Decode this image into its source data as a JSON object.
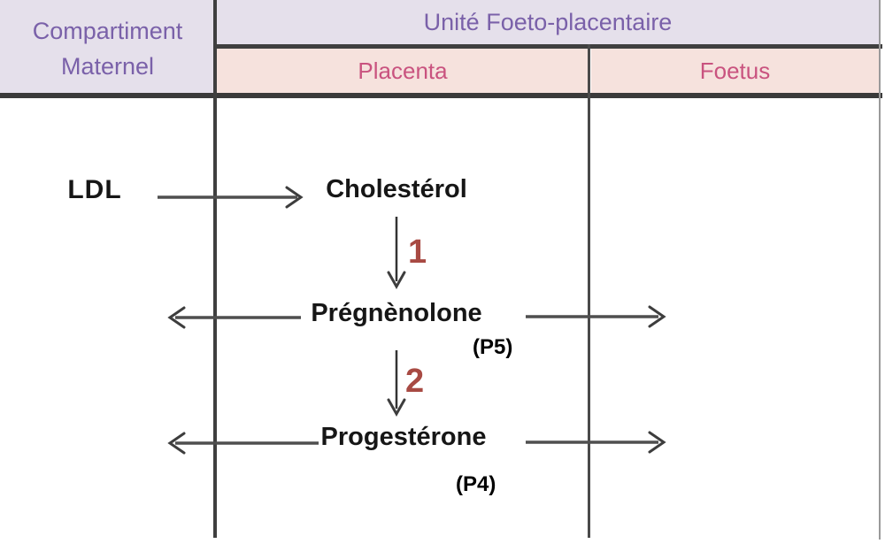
{
  "header": {
    "maternal": {
      "line1": "Compartiment",
      "line2": "Maternel"
    },
    "fetoplacental_unit": "Unité Foeto-placentaire",
    "placenta": "Placenta",
    "foetus": "Foetus"
  },
  "diagram": {
    "ldl": "LDL",
    "cholesterol": "Cholestérol",
    "step1": "1",
    "pregnenolone": "Prégnènolone",
    "p5": "(P5)",
    "step2": "2",
    "progesterone": "Progestérone",
    "p4": "(P4)"
  },
  "colors": {
    "header_lavender_bg": "#e5e0eb",
    "header_pink_bg": "#f6e2dd",
    "purple_text": "#7a61a9",
    "pink_text": "#c9537f",
    "grid_line": "#3f3f3f",
    "arrow_gray": "#4f4f4f",
    "step_number_red": "#a84a43",
    "node_text": "#161616",
    "background": "#ffffff"
  }
}
